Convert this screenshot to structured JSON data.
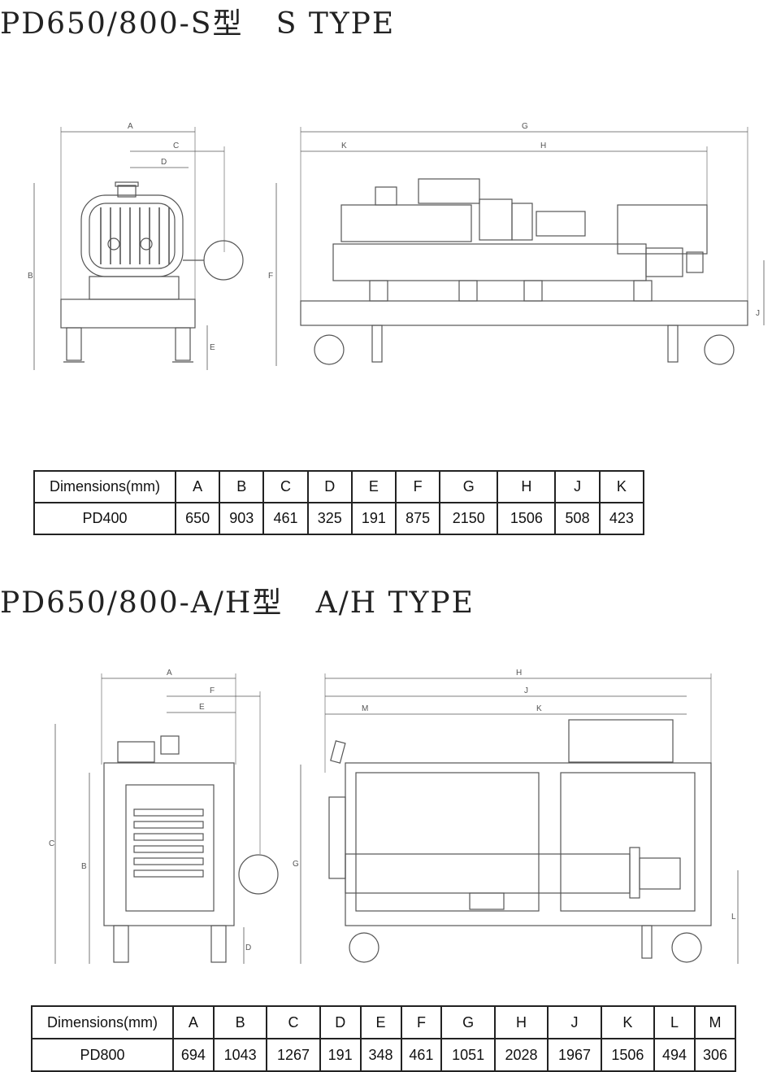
{
  "section1": {
    "title": "PD650/800-S型   S TYPE",
    "drawing_labels": {
      "A": "A",
      "B": "B",
      "C": "C",
      "D": "D",
      "E": "E",
      "F": "F",
      "G": "G",
      "H": "H",
      "J": "J",
      "K": "K"
    },
    "table": {
      "header_label": "Dimensions(mm)",
      "columns": [
        "A",
        "B",
        "C",
        "D",
        "E",
        "F",
        "G",
        "H",
        "J",
        "K"
      ],
      "rows": [
        {
          "model": "PD400",
          "values": [
            "650",
            "903",
            "461",
            "325",
            "191",
            "875",
            "2150",
            "1506",
            "508",
            "423"
          ]
        }
      ]
    }
  },
  "section2": {
    "title": "PD650/800-A/H型   A/H TYPE",
    "drawing_labels": {
      "A": "A",
      "B": "B",
      "C": "C",
      "D": "D",
      "E": "E",
      "F": "F",
      "G": "G",
      "H": "H",
      "J": "J",
      "K": "K",
      "L": "L",
      "M": "M"
    },
    "table": {
      "header_label": "Dimensions(mm)",
      "columns": [
        "A",
        "B",
        "C",
        "D",
        "E",
        "F",
        "G",
        "H",
        "J",
        "K",
        "L",
        "M"
      ],
      "rows": [
        {
          "model": "PD800",
          "values": [
            "694",
            "1043",
            "1267",
            "191",
            "348",
            "461",
            "1051",
            "2028",
            "1967",
            "1506",
            "494",
            "306"
          ]
        }
      ]
    }
  }
}
